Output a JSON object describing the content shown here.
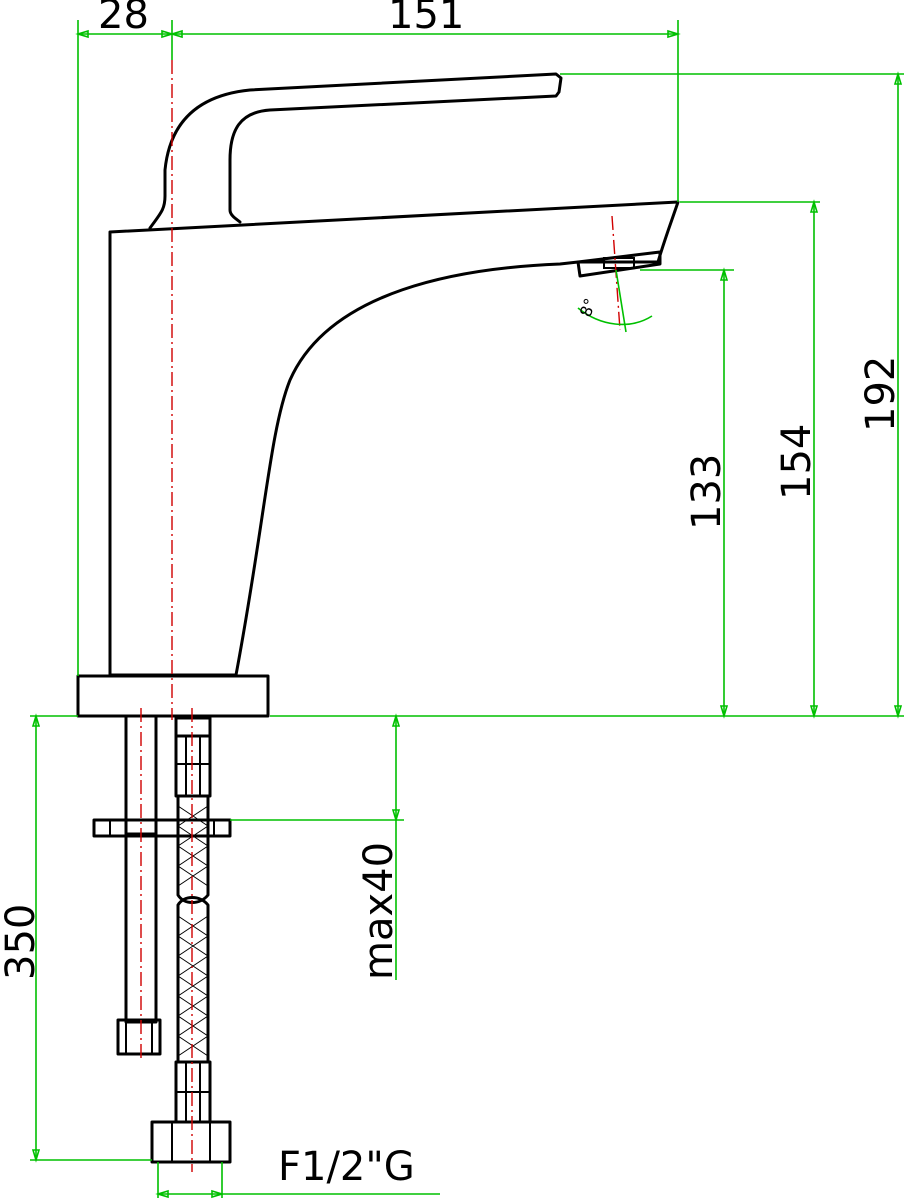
{
  "dimensions": {
    "offset": "28",
    "reach": "151",
    "total_height": "192",
    "body_height": "154",
    "spout_height": "133",
    "hose_length": "350",
    "max_thickness": "max40",
    "connection": "F1/2\"G",
    "aerator_angle": "8°"
  },
  "colors": {
    "outline": "#000000",
    "dimension_lines": "#00c000",
    "center_axis": "#d00000",
    "background": "#ffffff"
  }
}
